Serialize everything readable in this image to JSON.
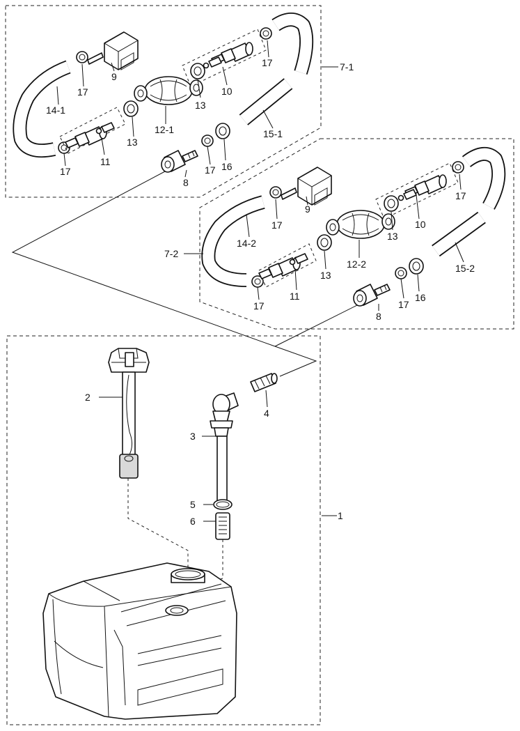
{
  "labels": {
    "part_1": "1",
    "part_2": "2",
    "part_3": "3",
    "part_4": "4",
    "part_5": "5",
    "part_6": "6",
    "kit_7_1": "7-1",
    "kit_7_2": "7-2",
    "part_8": "8",
    "part_9": "9",
    "part_10": "10",
    "part_11": "11",
    "part_12_1": "12-1",
    "part_12_2": "12-2",
    "part_13": "13",
    "part_14_1": "14-1",
    "part_14_2": "14-2",
    "part_15_1": "15-1",
    "part_15_2": "15-2",
    "part_16": "16",
    "part_17": "17"
  }
}
